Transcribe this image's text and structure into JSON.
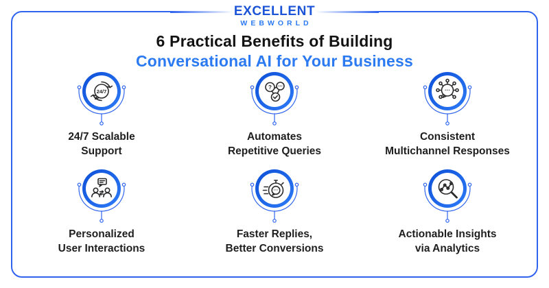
{
  "brand": {
    "name_top": "EXCELLENT",
    "name_bottom": "WEBWORLD"
  },
  "title": {
    "line1": "6 Practical Benefits of Building",
    "line2": "Conversational AI for Your Business"
  },
  "benefits": [
    {
      "icon": "support-24-7-icon",
      "line1": "24/7 Scalable",
      "line2": "Support",
      "badge": "24/7"
    },
    {
      "icon": "automation-icon",
      "line1": "Automates",
      "line2": "Repetitive Queries",
      "q": "?",
      "dots": "..."
    },
    {
      "icon": "multichannel-icon",
      "line1": "Consistent",
      "line2": "Multichannel Responses",
      "dots": "···"
    },
    {
      "icon": "personalization-icon",
      "line1": "Personalized",
      "line2": "User Interactions"
    },
    {
      "icon": "speed-icon",
      "line1": "Faster Replies,",
      "line2": "Better Conversions",
      "dots": "···"
    },
    {
      "icon": "analytics-icon",
      "line1": "Actionable Insights",
      "line2": "via Analytics"
    }
  ],
  "colors": {
    "frame_blue": "#2F63EE",
    "ring_blue_dark": "#0D4FD7",
    "ring_blue_light": "#2E7BF7",
    "heading_blue": "#2B7AF2",
    "logo_dark_blue": "#1C54D8",
    "text_dark": "#1E1E1E",
    "icon_stroke": "#2A2A2A"
  }
}
